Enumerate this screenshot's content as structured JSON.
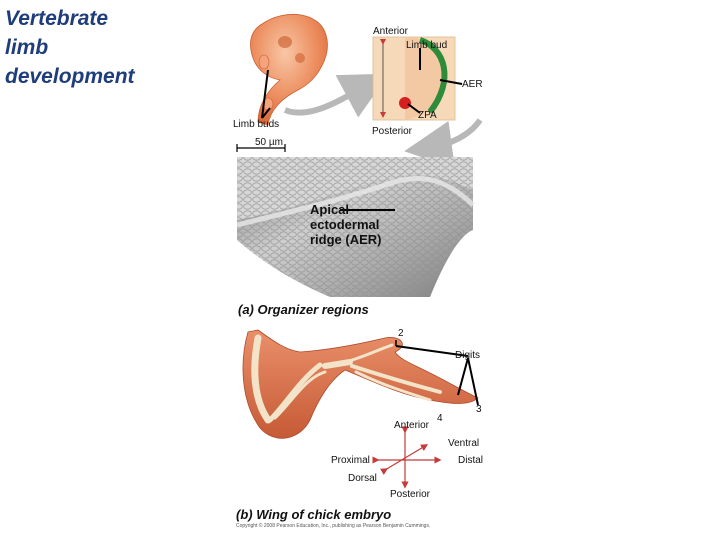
{
  "title": "Vertebrate\nlimb\ndevelopment",
  "panel_a": {
    "caption": "(a) Organizer regions",
    "labels": {
      "anterior": "Anterior",
      "limb_bud": "Limb bud",
      "aer": "AER",
      "zpa": "ZPA",
      "posterior": "Posterior",
      "limb_buds": "Limb buds",
      "scale": "50 µm",
      "apical_ridge": "Apical\nectodermal\nridge (AER)"
    }
  },
  "panel_b": {
    "caption": "(b) Wing of chick embryo",
    "digit_2": "2",
    "digits": "Digits",
    "digit_3": "3",
    "digit_4": "4",
    "anterior": "Anterior",
    "ventral": "Ventral",
    "proximal": "Proximal",
    "distal": "Distal",
    "dorsal": "Dorsal",
    "posterior": "Posterior"
  },
  "copyright": "Copyright © 2008 Pearson Education, Inc., publishing as Pearson Benjamin Cummings.",
  "colors": {
    "title": "#1f3d7a",
    "embryo": "#e8855a",
    "wing_tissue": "#d9734e",
    "bone": "#f3e3c8",
    "aer_green": "#2e8b3a",
    "zpa_red": "#d62020",
    "arrow_gray": "#b8b8b8",
    "axis_red": "#c83a3a"
  }
}
